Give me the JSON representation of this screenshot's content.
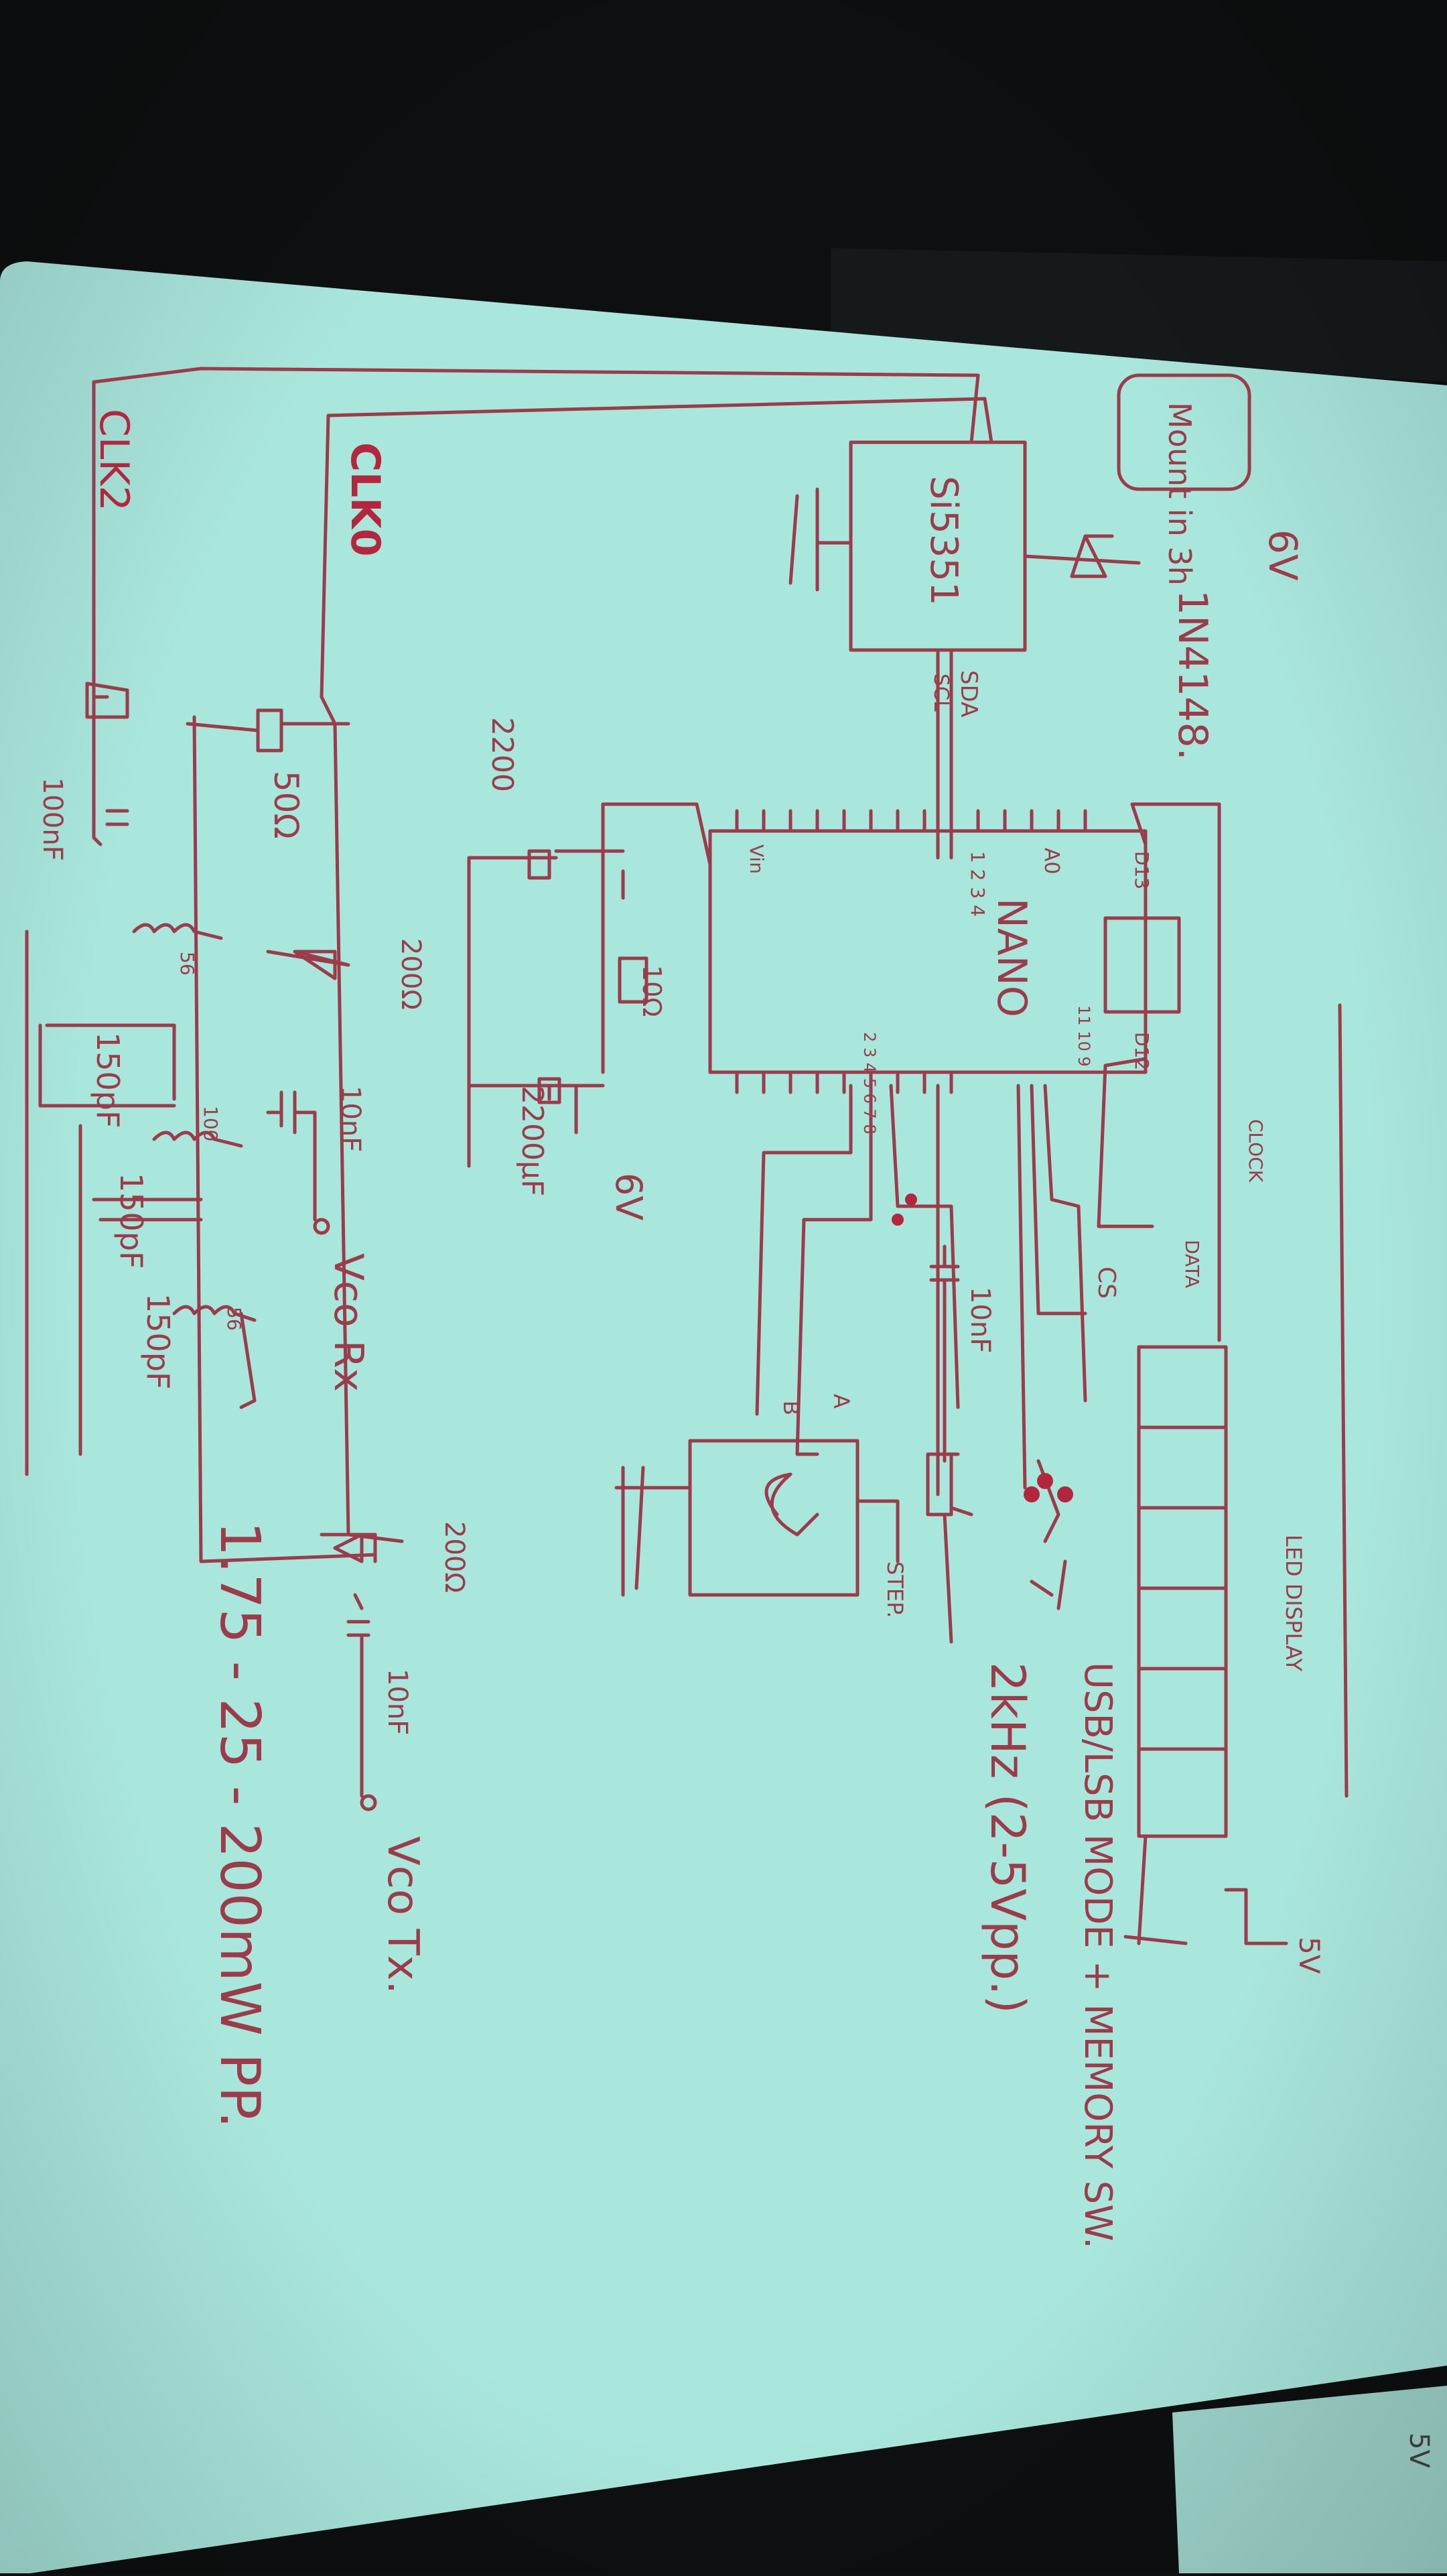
{
  "colors": {
    "background": "#0d0f10",
    "paper": "#a9e6dc",
    "ink": "#9c3b4a",
    "ink_dark": "#b3263d"
  },
  "diagram": {
    "title": "CLAWSMAN 320d.",
    "labels": {
      "mount_in": "Mount in 3h",
      "six_v_top": "6V",
      "diode": "1N4148.",
      "si5351": "Si5351",
      "sda": "SDA",
      "scl": "SCL",
      "clk0": "CLK0",
      "clk2": "CLK2",
      "r2200": "2200",
      "r50": "50Ω",
      "c100nf": "100nF",
      "r10": "10Ω",
      "c2200uf": "2200μF",
      "six_v_bottom": "6V",
      "r200_rx": "200Ω",
      "c10nf_rx": "10nF",
      "vco_rx": "Vco Rx",
      "r200_tx": "200Ω",
      "c10nf_tx": "10nF",
      "vco_tx": "Vco Tx.",
      "nano": "NANO",
      "vin": "Vin",
      "a0": "A0",
      "pins_left": "1 2 3 4",
      "d13": "D13",
      "d12": "D12",
      "pins_right": "11 10 9",
      "pins_bottom": "2 3 4 5 6 7 8",
      "clock": "CLOCK",
      "data": "DATA",
      "cs": "CS",
      "led_display": "LED DISPLAY",
      "five_v": "5V",
      "c10nf_audio": "10nF",
      "two_khz": "2kHz (2-5Vpp.)",
      "step": "STEP.",
      "enc_a": "A",
      "enc_b": "B",
      "usb_lsb": "USB/LSB MODE + MEMORY SW.",
      "c150a": "150pF",
      "c150b": "150pF",
      "c150c": "150pF",
      "ind1": "56",
      "ind2": "100",
      "ind3": "56",
      "output_spec": "1.75 - 25 - 200mW PP.",
      "corner_5v": "5V"
    }
  }
}
